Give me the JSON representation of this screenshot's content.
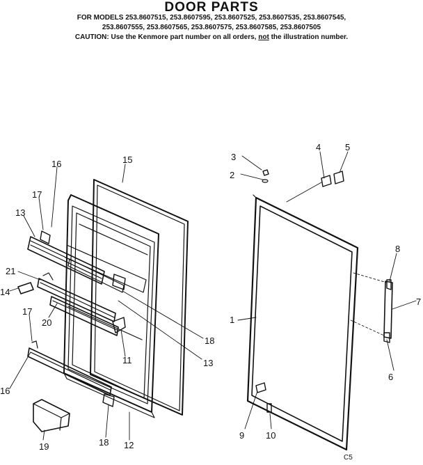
{
  "header": {
    "title": "DOOR PARTS",
    "models_line1": "FOR MODELS 253.8607515, 253.8607595, 253.8607525, 253.8607535, 253.8607545,",
    "models_line2": "253.8607555, 253.8607565, 253.8607575, 253.8607585, 253.8607505",
    "caution_prefix": "CAUTION: Use the Kenmore part number on all orders,",
    "caution_emphasis": "not",
    "caution_suffix": "the illustration number."
  },
  "callouts": {
    "p1": "1",
    "p2": "2",
    "p3": "3",
    "p4": "4",
    "p5": "5",
    "p6": "6",
    "p7": "7",
    "p8": "8",
    "p9": "9",
    "p10": "10",
    "p11": "11",
    "p12": "12",
    "p13a": "13",
    "p13b": "13",
    "p14": "14",
    "p15": "15",
    "p16a": "16",
    "p16b": "16",
    "p17a": "17",
    "p17b": "17",
    "p18a": "18",
    "p18b": "18",
    "p19": "19",
    "p20": "20",
    "p21": "21"
  },
  "footer": {
    "code": "C5"
  }
}
